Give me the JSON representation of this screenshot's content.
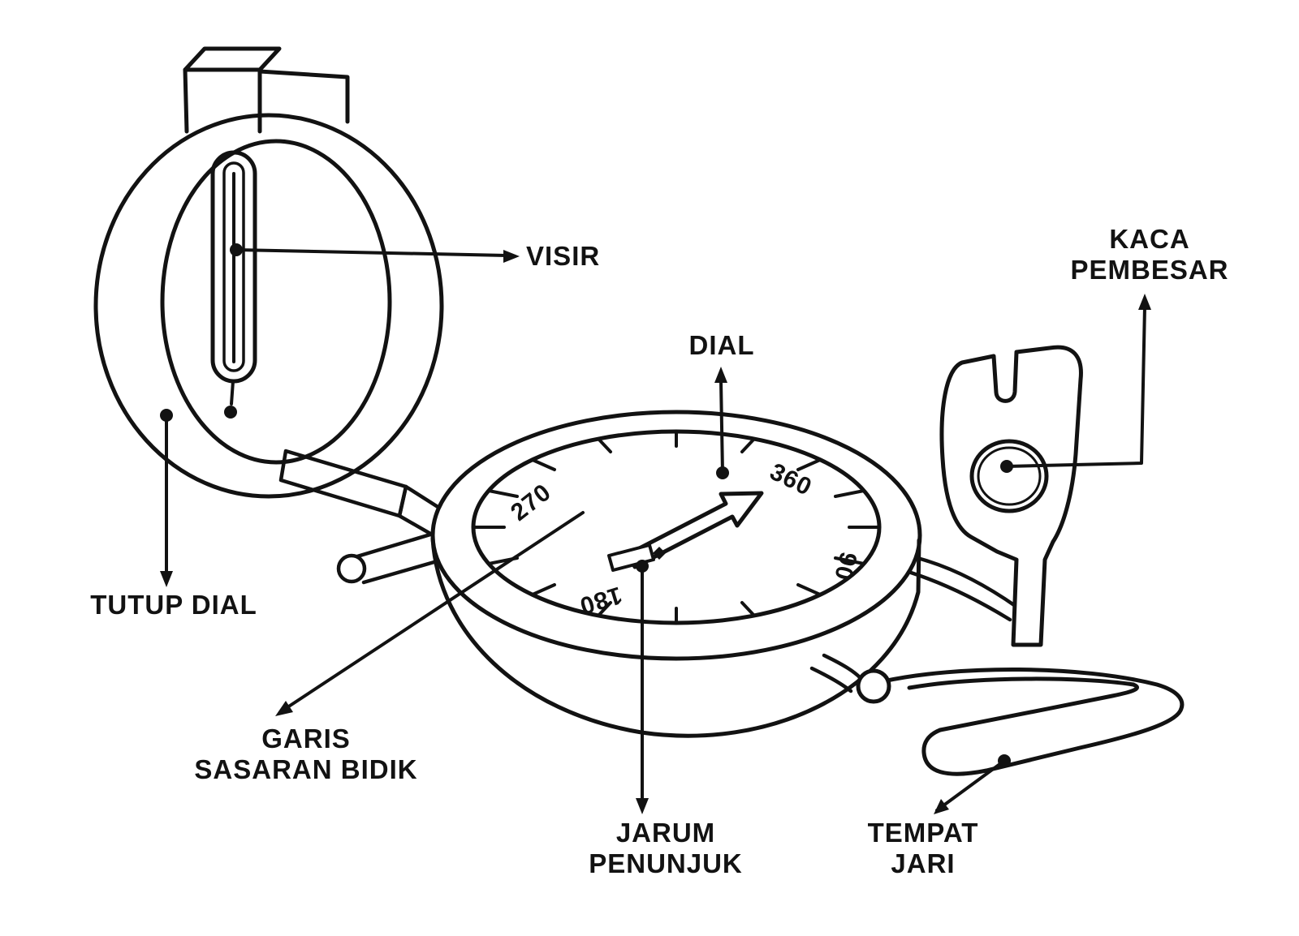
{
  "diagram": {
    "subject": "lensatic-compass-parts",
    "background": "#ffffff",
    "ink": "#121212",
    "labels": {
      "visir": "VISIR",
      "kaca_pembesar": [
        "KACA",
        "PEMBESAR"
      ],
      "dial": "DIAL",
      "tutup_dial": "TUTUP DIAL",
      "garis_sasaran_bidik": [
        "GARIS",
        "SASARAN BIDIK"
      ],
      "jarum_penunjuk": [
        "JARUM",
        "PENUNJUK"
      ],
      "tempat_jari": [
        "TEMPAT",
        "JARI"
      ]
    },
    "dial_scale": {
      "numbers": [
        "270",
        "360",
        "180",
        "90"
      ]
    }
  }
}
